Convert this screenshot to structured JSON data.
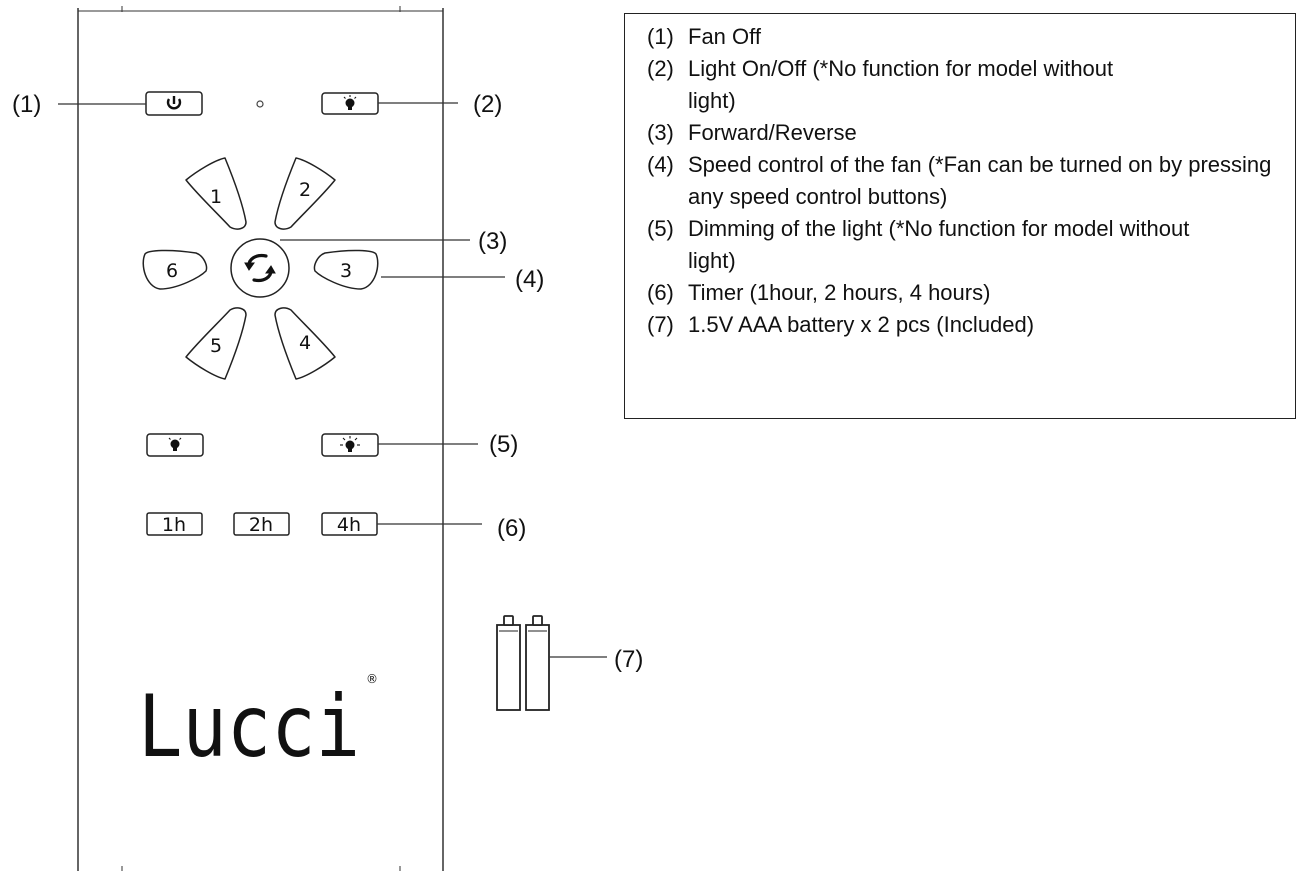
{
  "callouts": [
    "(1)",
    "(2)",
    "(3)",
    "(4)",
    "(5)",
    "(6)",
    "(7)"
  ],
  "speed_buttons": [
    "1",
    "2",
    "3",
    "4",
    "5",
    "6"
  ],
  "timer_buttons": [
    "1h",
    "2h",
    "4h"
  ],
  "brand": {
    "name": "Lucci",
    "mark": "®"
  },
  "legend": [
    {
      "num": "(1)",
      "text": "Fan Off"
    },
    {
      "num": "(2)",
      "text": "Light On/Off (*No function for model without light)"
    },
    {
      "num": "(3)",
      "text": "Forward/Reverse"
    },
    {
      "num": "(4)",
      "text": "Speed control of the fan (*Fan can be turned on by pressing any speed control buttons)"
    },
    {
      "num": "(5)",
      "text": "Dimming of the light (*No function for model without light)"
    },
    {
      "num": "(6)",
      "text": "Timer (1hour, 2 hours, 4 hours)"
    },
    {
      "num": "(7)",
      "text": "1.5V AAA battery x 2 pcs (Included)"
    }
  ]
}
